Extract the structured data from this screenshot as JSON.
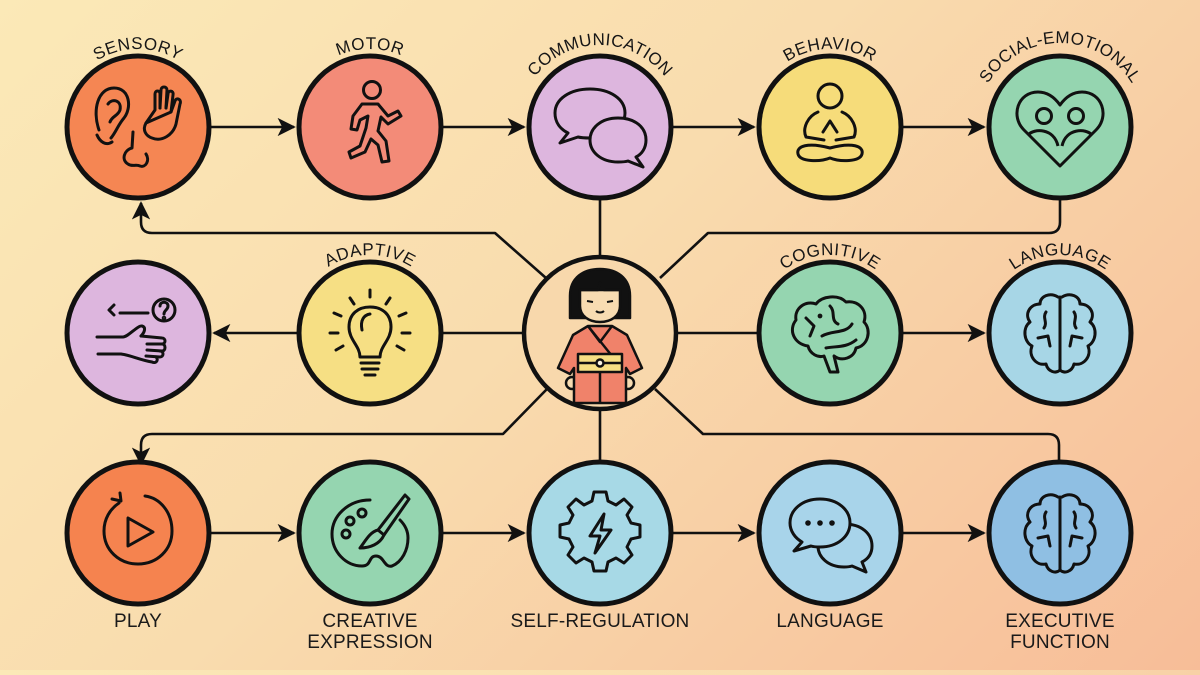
{
  "diagram": {
    "title": "Child development domains map",
    "background": {
      "top_left": "#fbe9b7",
      "bottom_right": "#f7bd98"
    },
    "stroke_color": "#111111",
    "center": {
      "name": "child-in-kimono",
      "icon": "child-kimono-icon",
      "fill": "#f8d8ac"
    },
    "nodes": [
      {
        "id": "sensory",
        "label": "SENSORY",
        "label_pos": "arc-top",
        "icon": "ear-nose-hand-icon",
        "fill": "#f58653",
        "row": 1,
        "col": 1
      },
      {
        "id": "motor",
        "label": "MOTOR",
        "label_pos": "arc-top",
        "icon": "running-person-icon",
        "fill": "#f38b78",
        "row": 1,
        "col": 2
      },
      {
        "id": "communication",
        "label": "COMMUNICATION",
        "label_pos": "arc-top",
        "icon": "speech-bubbles-icon",
        "fill": "#ddb6de",
        "row": 1,
        "col": 3
      },
      {
        "id": "behavior",
        "label": "BEHAVIOR",
        "label_pos": "arc-top",
        "icon": "meditating-person-icon",
        "fill": "#f6dc7a",
        "row": 1,
        "col": 4
      },
      {
        "id": "social-emotional",
        "label": "SOCIAL-EMOTIONAL",
        "label_pos": "arc-top",
        "icon": "heart-people-icon",
        "fill": "#95d5b0",
        "row": 1,
        "col": 5
      },
      {
        "id": "unlabeled-hand",
        "label": "",
        "label_pos": "none",
        "icon": "hand-question-icon",
        "fill": "#ddb6de",
        "row": 2,
        "col": 1
      },
      {
        "id": "adaptive",
        "label": "ADAPTIVE",
        "label_pos": "arc-top",
        "icon": "lightbulb-icon",
        "fill": "#f6df84",
        "row": 2,
        "col": 2
      },
      {
        "id": "cognitive",
        "label": "COGNITIVE",
        "label_pos": "arc-top",
        "icon": "brain-side-icon",
        "fill": "#95d5b0",
        "row": 2,
        "col": 4
      },
      {
        "id": "language-mid",
        "label": "LANGUAGE",
        "label_pos": "arc-top",
        "icon": "brain-top-icon",
        "fill": "#a7d6e6",
        "row": 2,
        "col": 5
      },
      {
        "id": "play",
        "label": "PLAY",
        "label_pos": "below",
        "icon": "play-cycle-icon",
        "fill": "#f5834f",
        "row": 3,
        "col": 1
      },
      {
        "id": "creative-expression",
        "label": "CREATIVE\nEXPRESSION",
        "label_lines": [
          "CREATIVE",
          "EXPRESSION"
        ],
        "label_pos": "below",
        "icon": "palette-brush-icon",
        "fill": "#95d5b0",
        "row": 3,
        "col": 2
      },
      {
        "id": "self-regulation",
        "label": "SELF-REGULATION",
        "label_pos": "below",
        "icon": "gear-lightning-icon",
        "fill": "#a7d9e6",
        "row": 3,
        "col": 3
      },
      {
        "id": "language-bottom",
        "label": "LANGUAGE",
        "label_pos": "below",
        "icon": "chat-dots-icon",
        "fill": "#a8d4ea",
        "row": 3,
        "col": 4
      },
      {
        "id": "executive-function",
        "label": "EXECUTIVE\nFUNCTION",
        "label_lines": [
          "EXECUTIVE",
          "FUNCTION"
        ],
        "label_pos": "below",
        "icon": "brain-top-icon",
        "fill": "#8fbfe3",
        "row": 3,
        "col": 5
      }
    ],
    "edges": [
      {
        "from": "sensory",
        "to": "motor",
        "arrow": "end"
      },
      {
        "from": "motor",
        "to": "communication",
        "arrow": "end"
      },
      {
        "from": "communication",
        "to": "behavior",
        "arrow": "end"
      },
      {
        "from": "behavior",
        "to": "social-emotional",
        "arrow": "end"
      },
      {
        "from": "communication",
        "to": "center",
        "arrow": "none"
      },
      {
        "from": "center",
        "to": "sensory",
        "arrow": "end",
        "routed": true
      },
      {
        "from": "social-emotional",
        "to": "center",
        "arrow": "none",
        "routed": true
      },
      {
        "from": "center",
        "to": "adaptive",
        "arrow": "none"
      },
      {
        "from": "adaptive",
        "to": "unlabeled-hand",
        "arrow": "end"
      },
      {
        "from": "center",
        "to": "cognitive",
        "arrow": "none"
      },
      {
        "from": "cognitive",
        "to": "language-mid",
        "arrow": "end"
      },
      {
        "from": "center",
        "to": "play",
        "arrow": "end",
        "routed": true
      },
      {
        "from": "center",
        "to": "self-regulation",
        "arrow": "none"
      },
      {
        "from": "center",
        "to": "executive-function",
        "arrow": "none",
        "routed": true
      },
      {
        "from": "play",
        "to": "creative-expression",
        "arrow": "end"
      },
      {
        "from": "creative-expression",
        "to": "self-regulation",
        "arrow": "end"
      },
      {
        "from": "self-regulation",
        "to": "language-bottom",
        "arrow": "end"
      },
      {
        "from": "language-bottom",
        "to": "executive-function",
        "arrow": "end"
      }
    ]
  },
  "labels": {
    "sensory": "SENSORY",
    "motor": "MOTOR",
    "communication": "COMMUNICATION",
    "behavior": "BEHAVIOR",
    "social_emotional": "SOCIAL-EMOTIONAL",
    "adaptive": "ADAPTIVE",
    "cognitive": "COGNITIVE",
    "language_mid": "LANGUAGE",
    "play": "PLAY",
    "creative_1": "CREATIVE",
    "creative_2": "EXPRESSION",
    "self_regulation": "SELF-REGULATION",
    "language_bottom": "LANGUAGE",
    "executive_1": "EXECUTIVE",
    "executive_2": "FUNCTION"
  }
}
